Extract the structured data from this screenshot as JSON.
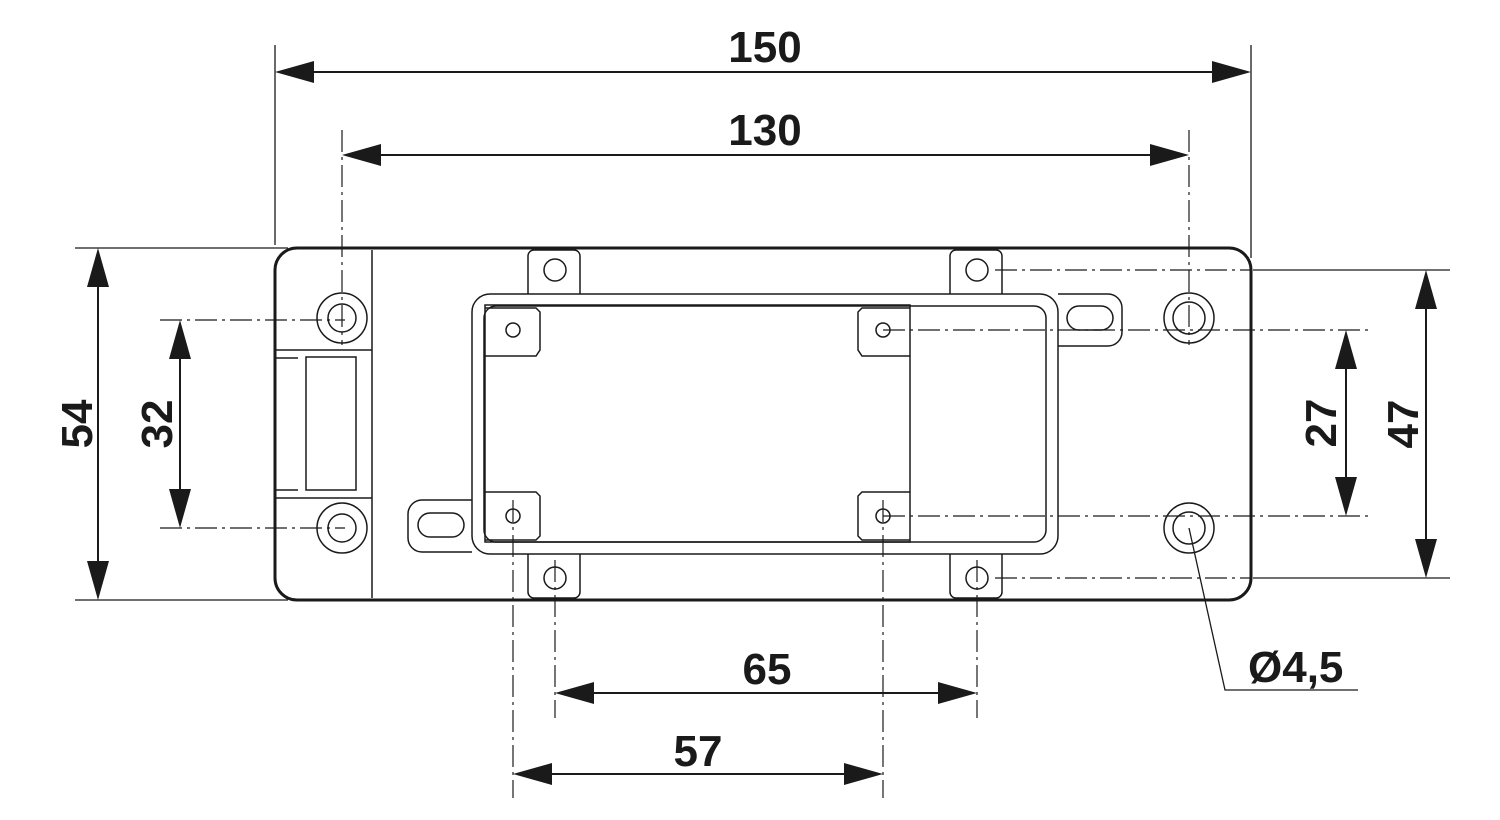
{
  "dimensions": {
    "overall_width": "150",
    "hole_spacing_width": "130",
    "overall_height": "54",
    "left_hole_spacing": "32",
    "inner_hole_spacing": "27",
    "right_height": "47",
    "tab_spacing": "65",
    "inner_width": "57",
    "hole_diameter": "Ø4,5"
  }
}
